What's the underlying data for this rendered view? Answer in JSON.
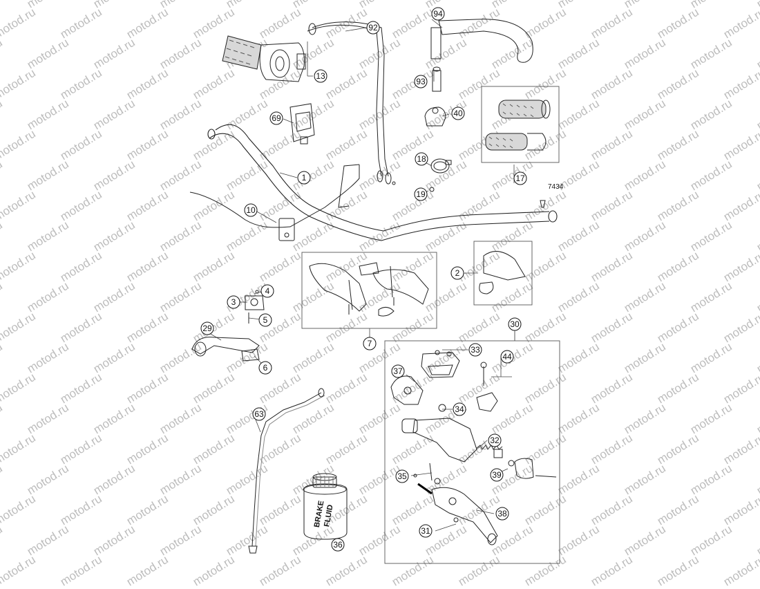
{
  "watermark": {
    "text": "motod.ru",
    "color": "#bdbdbd"
  },
  "diagram_code": "7434",
  "jar_label": {
    "line1": "BRAKE",
    "line2": "FLUID"
  },
  "callouts": {
    "c94": "94",
    "c92": "92",
    "c13": "13",
    "c93": "93",
    "c40": "40",
    "c69": "69",
    "c17": "17",
    "c18": "18",
    "c1": "1",
    "c19": "19",
    "c10": "10",
    "c2": "2",
    "c4": "4",
    "c3": "3",
    "c5": "5",
    "c29": "29",
    "c6": "6",
    "c7": "7",
    "c30": "30",
    "c33": "33",
    "c44": "44",
    "c37": "37",
    "c34": "34",
    "c32": "32",
    "c63": "63",
    "c35": "35",
    "c39": "39",
    "c38": "38",
    "c31": "31",
    "c36": "36"
  }
}
